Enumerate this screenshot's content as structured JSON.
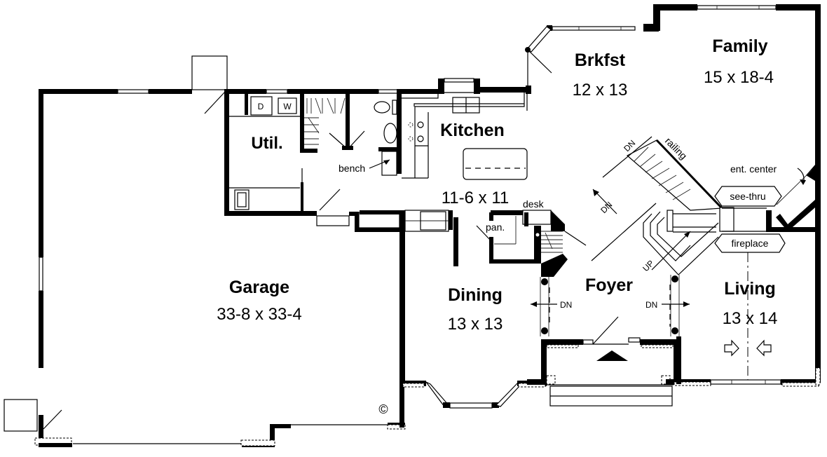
{
  "plan": {
    "rooms": {
      "garage": {
        "name": "Garage",
        "dims": "33-8 x 33-4"
      },
      "util": {
        "name": "Util."
      },
      "kitchen": {
        "name": "Kitchen",
        "dims": "11-6 x 11"
      },
      "brkfst": {
        "name": "Brkfst",
        "dims": "12 x 13"
      },
      "family": {
        "name": "Family",
        "dims": "15 x 18-4"
      },
      "dining": {
        "name": "Dining",
        "dims": "13 x 13"
      },
      "foyer": {
        "name": "Foyer"
      },
      "living": {
        "name": "Living",
        "dims": "13 x 14"
      }
    },
    "notes": {
      "bench": "bench",
      "desk": "desk",
      "pantry": "pan.",
      "railing": "railing",
      "ent_center": "ent. center",
      "see_thru": "see-thru",
      "fireplace": "fireplace",
      "dn_stair_top": "DN",
      "dn_stair_diag": "DN",
      "up_stair": "UP",
      "dn_dining": "DN",
      "dn_living": "DN",
      "copyright": "©"
    },
    "appliances": {
      "dryer": "D",
      "washer": "W"
    }
  }
}
